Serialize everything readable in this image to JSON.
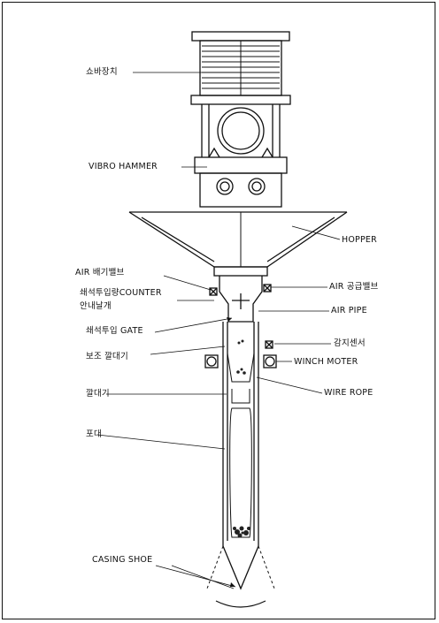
{
  "labels": {
    "shock_absorber": "쇼바장치",
    "vibro_hammer": "VIBRO HAMMER",
    "hopper": "HOPPER",
    "air_exhaust_valve": "AIR 배기밸브",
    "counter_line1": "쇄석투입량COUNTER",
    "counter_line2": "안내날개",
    "air_supply_valve": "AIR 공급밸브",
    "air_pipe": "AIR PIPE",
    "input_gate": "쇄석투입 GATE",
    "sensor": "감지센서",
    "aux_funnel": "보조 깔대기",
    "winch_motor": "WINCH MOTER",
    "funnel": "깔대기",
    "wire_rope": "WIRE ROPE",
    "bag": "포대",
    "casing_shoe": "CASING SHOE"
  },
  "colors": {
    "line": "#111111",
    "background": "#ffffff"
  }
}
